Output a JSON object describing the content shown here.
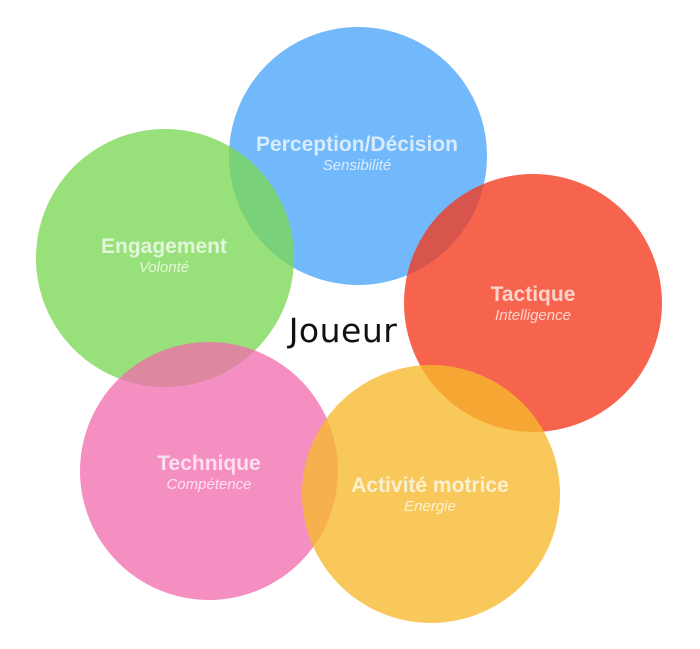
{
  "diagram": {
    "center_label": "Joueur",
    "nodes": [
      {
        "id": "perception",
        "title": "Perception/Décision",
        "subtitle": "Sensibilité",
        "color": "#4FA8FB"
      },
      {
        "id": "engagement",
        "title": "Engagement",
        "subtitle": "Volonté",
        "color": "#7BD854"
      },
      {
        "id": "tactique",
        "title": "Tactique",
        "subtitle": "Intelligence",
        "color": "#F5391C"
      },
      {
        "id": "technique",
        "title": "Technique",
        "subtitle": "Compétence",
        "color": "#F26AAE"
      },
      {
        "id": "activite",
        "title": "Activité motrice",
        "subtitle": "Energie",
        "color": "#F6BA2B"
      }
    ]
  }
}
